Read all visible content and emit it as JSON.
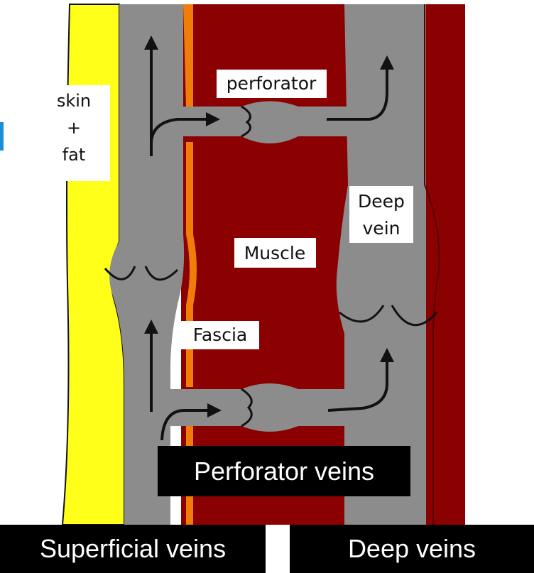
{
  "labels": {
    "skin_line1": "skin",
    "skin_line2": "+",
    "skin_line3": "fat",
    "perforator": "perforator",
    "deep_vein_line1": "Deep",
    "deep_vein_line2": "vein",
    "muscle": "Muscle",
    "fascia": "Fascia"
  },
  "captions": {
    "perforator_veins": "Perforator veins",
    "superficial_veins": "Superficial veins",
    "deep_veins": "Deep veins"
  },
  "colors": {
    "skin_fat": "#ffff1a",
    "vein": "#8c8c8c",
    "muscle": "#8b0000",
    "fascia": "#f07d0a",
    "label_bg": "#ffffff",
    "caption_bg": "#000000",
    "caption_text": "#ffffff"
  },
  "icons": {
    "flow_arrow": "arrow-icon",
    "valve": "valve-icon"
  }
}
